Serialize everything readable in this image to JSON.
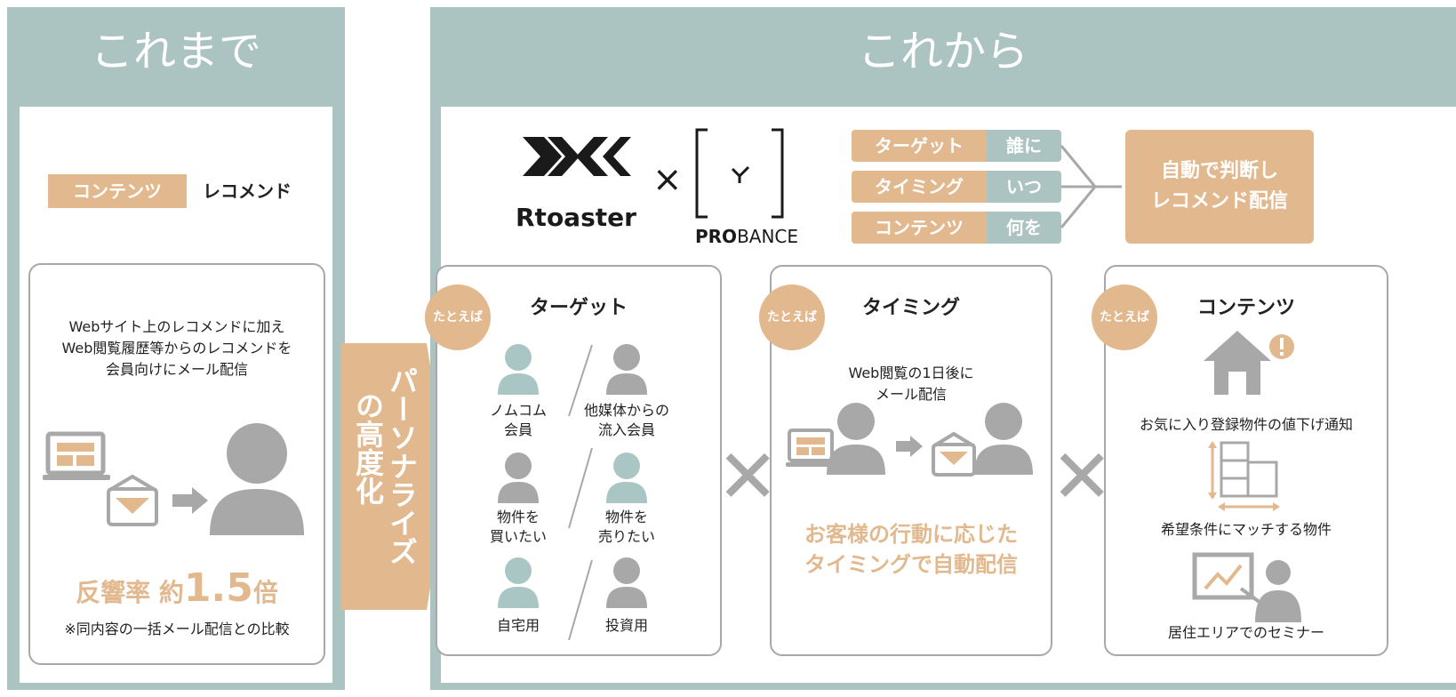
{
  "left": {
    "title": "これまで",
    "pill": "コンテンツ",
    "pill_suffix": "レコメンド",
    "desc_lines": [
      "Webサイト上のレコメンドに加え",
      "Web閲覧履歴等からのレコメンドを",
      "会員向けにメール配信"
    ],
    "result_prefix": "反響率 約",
    "result_value": "1.5",
    "result_suffix": "倍",
    "note": "※同内容の一括メール配信との比較"
  },
  "arrow": {
    "col1": "パーソナライズ",
    "col2": "の高度化"
  },
  "right": {
    "title": "これから",
    "logo_rtoaster": "Rtoaster",
    "times": "×",
    "logo_probance_bold": "PRO",
    "logo_probance_light": "BANCE",
    "table": [
      {
        "label": "ターゲット",
        "value": "誰に"
      },
      {
        "label": "タイミング",
        "value": "いつ"
      },
      {
        "label": "コンテンツ",
        "value": "何を"
      }
    ],
    "auto_lines": [
      "自動で判断し",
      "レコメンド配信"
    ]
  },
  "cards": {
    "badge": "たとえば",
    "target": {
      "title": "ターゲット",
      "people": [
        {
          "label": "ノムコム\n会員",
          "l1": "ノムコム",
          "l2": "会員"
        },
        {
          "l1": "他媒体からの",
          "l2": "流入会員"
        },
        {
          "l1": "物件を",
          "l2": "買いたい"
        },
        {
          "l1": "物件を",
          "l2": "売りたい"
        },
        {
          "l1": "自宅用",
          "l2": ""
        },
        {
          "l1": "投資用",
          "l2": ""
        }
      ]
    },
    "timing": {
      "title": "タイミング",
      "desc_lines": [
        "Web閲覧の1日後に",
        "メール配信"
      ],
      "highlight_lines": [
        "お客様の行動に応じた",
        "タイミングで自動配信"
      ]
    },
    "content": {
      "title": "コンテンツ",
      "items": [
        "お気に入り登録物件の値下げ通知",
        "希望条件にマッチする物件",
        "居住エリアでのセミナー"
      ]
    }
  },
  "colors": {
    "teal": "#abc4c2",
    "orange": "#e2b88e",
    "gray": "#a8a8a8",
    "tealIcon": "#a9c6c4"
  }
}
